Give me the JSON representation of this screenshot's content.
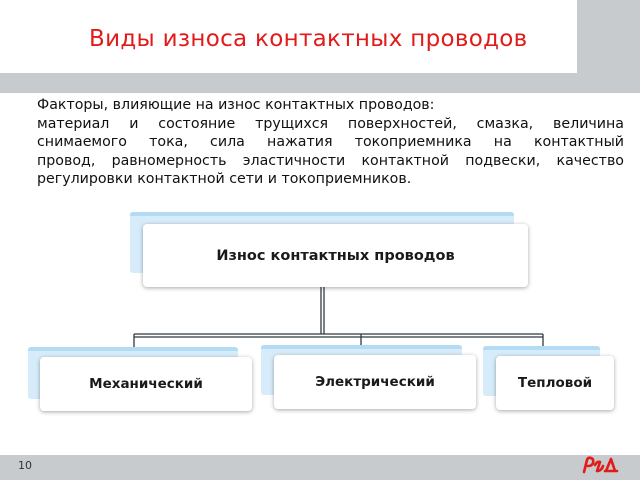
{
  "slide": {
    "title": "Виды износа контактных проводов",
    "page_number": "10"
  },
  "body": {
    "heading": "Факторы, влияющие на износ контактных проводов:",
    "lines": [
      "материал и состояние трущихся поверхностей, смазка, величина",
      "снимаемого тока, сила нажатия токоприемника на контактный",
      "провод, равномерность эластичности контактной подвески, качество",
      "регулировки контактной сети и токоприемников."
    ]
  },
  "diagram": {
    "root": "Износ контактных проводов",
    "children": [
      "Механический",
      "Электрический",
      "Тепловой"
    ]
  },
  "logo": {
    "name": "rzd-logo",
    "text": "РЖД"
  },
  "colors": {
    "title": "#e21a1a",
    "band": "#c8cbce",
    "box_back": "#d7ecfa",
    "connector": "#2f3b45"
  }
}
